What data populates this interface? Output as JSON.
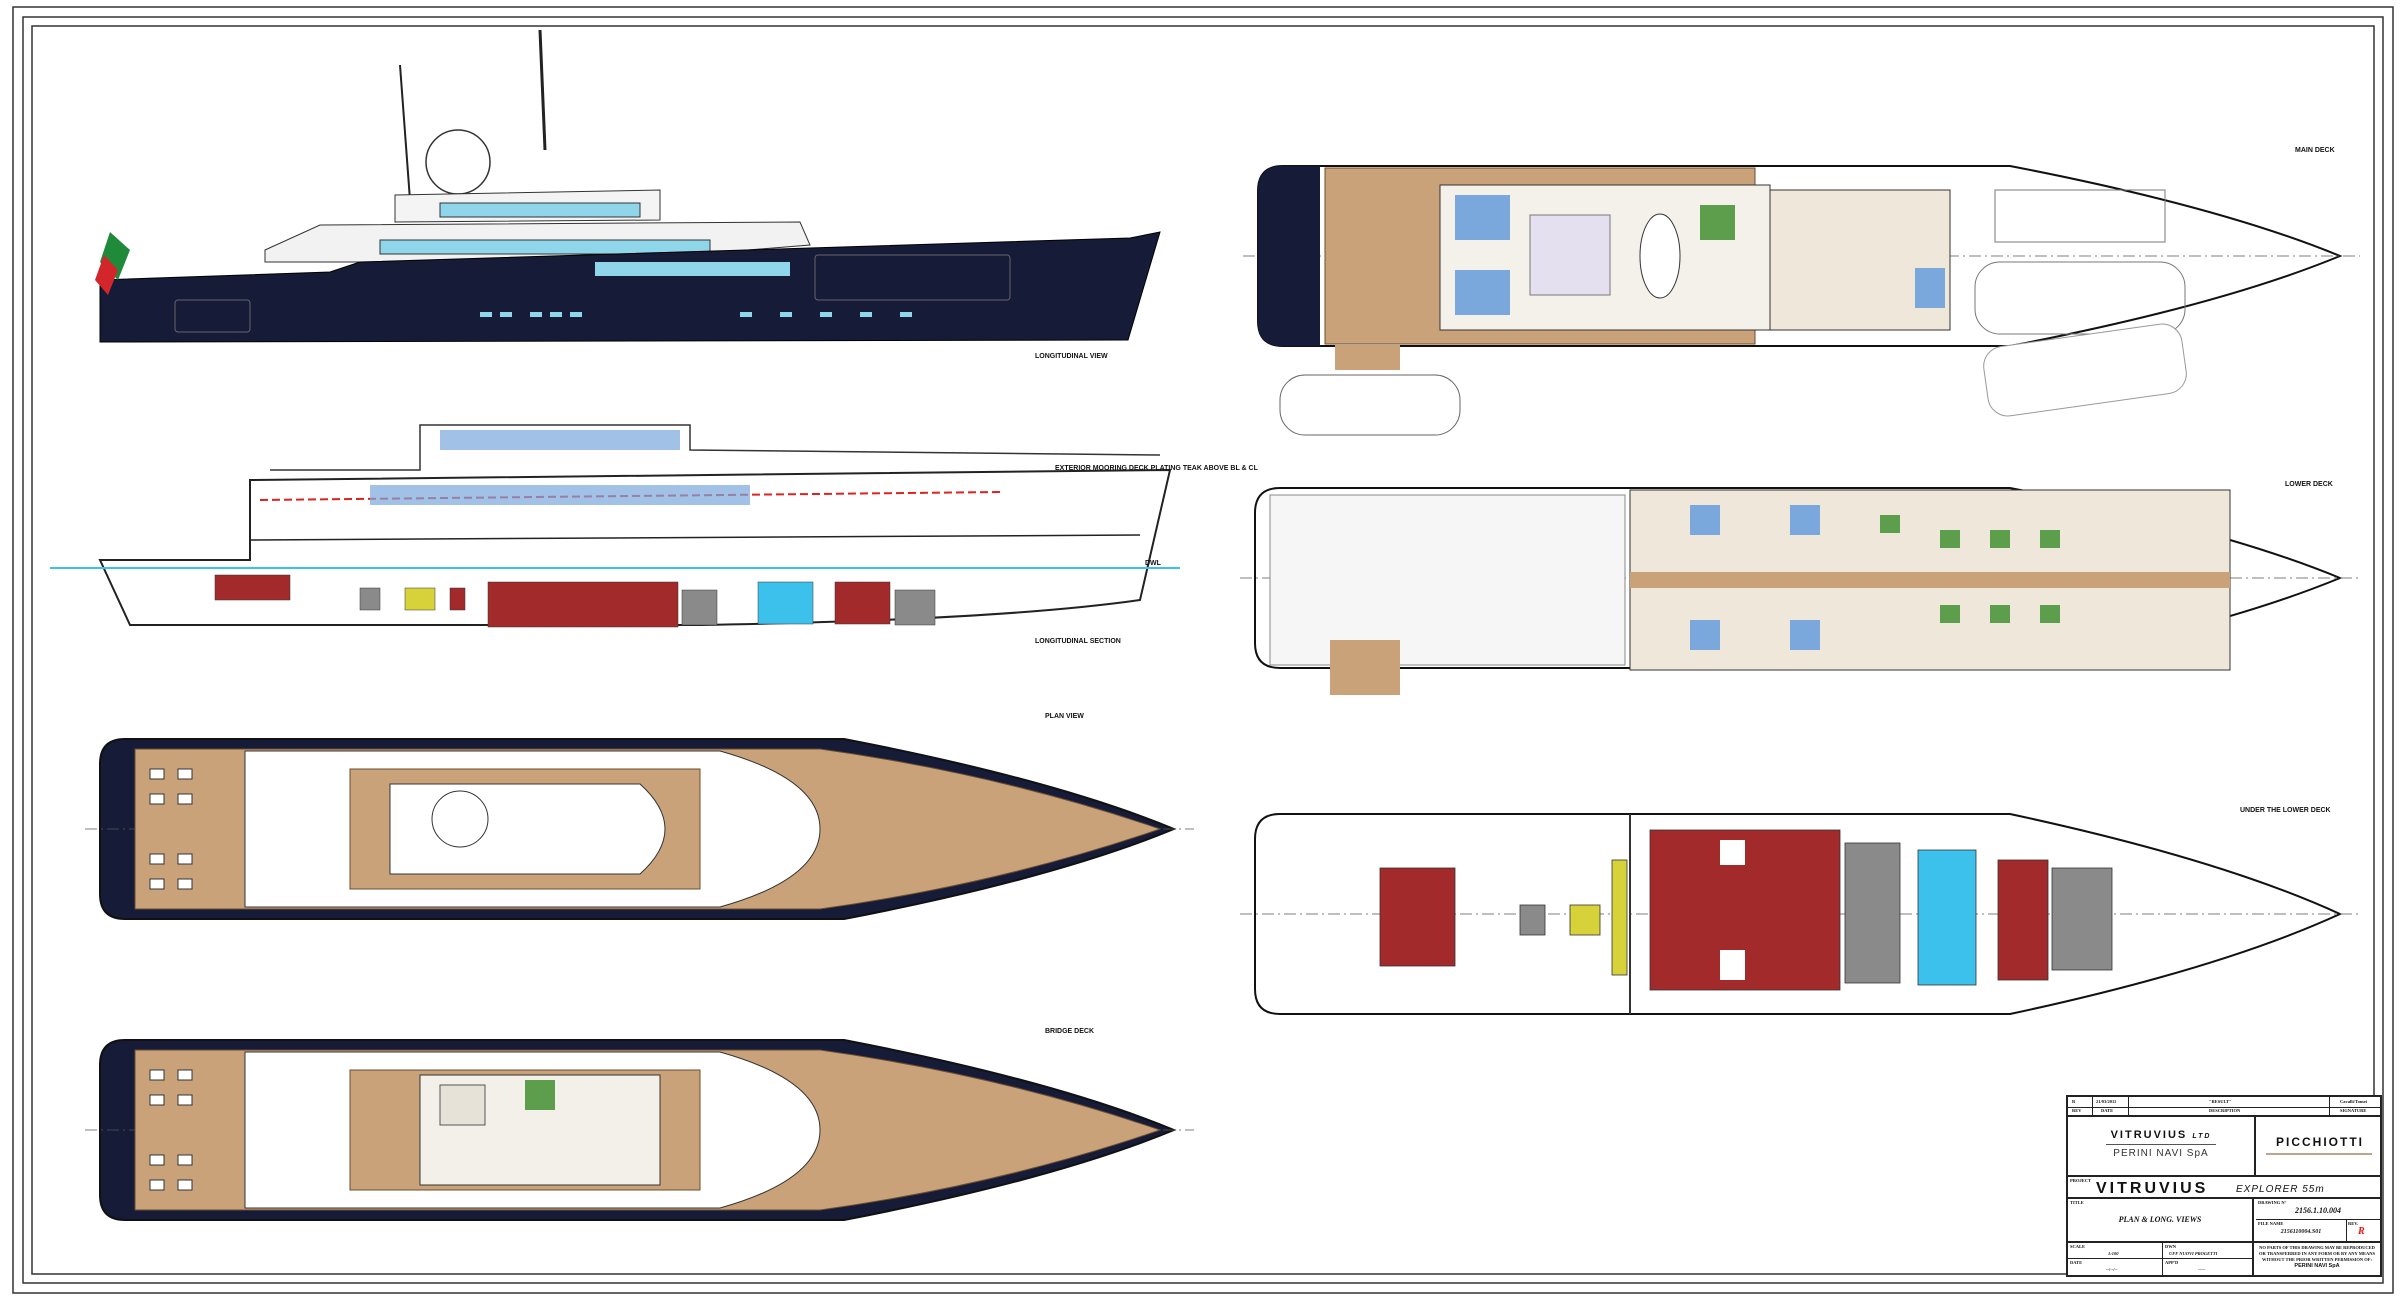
{
  "views": {
    "longitudinal_view": "LONGITUDINAL VIEW",
    "longitudinal_section": "LONGITUDINAL SECTION",
    "plan_view": "PLAN VIEW",
    "bridge_deck": "BRIDGE DECK",
    "main_deck": "MAIN DECK",
    "lower_deck": "LOWER DECK",
    "under_lower_deck": "UNDER THE LOWER DECK",
    "section_note": "EXTERIOR MOORING DECK PLATING TEAK ABOVE BL & CL",
    "waterline": "DWL"
  },
  "title_block": {
    "rev_row": {
      "rev": "R",
      "date": "21/03/2011",
      "description": "\"RESULT\"",
      "signature": "Cavalli/Tomei"
    },
    "rev_headers": {
      "rev": "REV",
      "date": "DATE",
      "description": "DESCRIPTION",
      "signature": "SIGNATURE"
    },
    "company": "VITRUVIUS",
    "company_suffix": "LTD",
    "builder": "PERINI NAVI SpA",
    "shipyard": "PICCHIOTTI",
    "project_label": "PROJECT",
    "project_name": "VITRUVIUS",
    "project_model": "EXPLORER 55m",
    "title_label": "TITLE",
    "title": "PLAN & LONG. VIEWS",
    "drawing_no_label": "DRAWING N°",
    "drawing_no": "2156.1.10.004",
    "file_name_label": "FILE NAME",
    "file_name": "2156110004.S01",
    "rev_label": "REV.",
    "rev": "R",
    "scale_label": "SCALE",
    "scale": "1:100",
    "dwn_label": "DWN",
    "dwn": "UFF NUOVI PROGETTI",
    "date_label": "DATE",
    "date": "--/--/--",
    "appd_label": "APP'D",
    "appd": "-----",
    "notice": "NO PARTS OF THIS DRAWING MAY BE REPRODUCED OR TRANSFERRED IN ANY FORM OR BY ANY MEANS WITHOUT THE PRIOR WRITTEN PERMISSION OF:",
    "notice_company": "PERINI NAVI SpA"
  },
  "colors": {
    "hull": "#161b38",
    "teak": "#c9a27a",
    "glass": "#8fd6ea",
    "tank_red": "#a32a2a",
    "tank_grey": "#8a8a8a",
    "tank_blue": "#3cc0ec",
    "tank_yellow": "#d8d23a",
    "cabin_blue": "#7aa7dc",
    "cabin_green": "#5c9e4c"
  }
}
